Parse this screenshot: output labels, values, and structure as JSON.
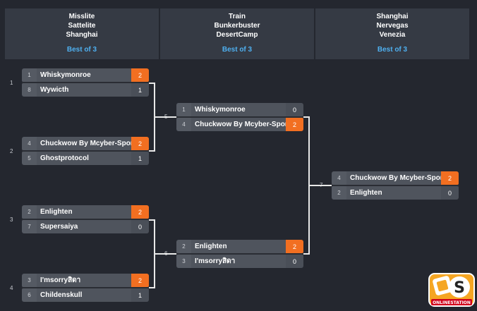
{
  "rounds": [
    {
      "maps": [
        "Misslite",
        "Sattelite",
        "Shanghai"
      ],
      "format": "Best of 3"
    },
    {
      "maps": [
        "Train",
        "Bunkerbuster",
        "DesertCamp"
      ],
      "format": "Best of 3"
    },
    {
      "maps": [
        "Shanghai",
        "Nervegas",
        "Venezia"
      ],
      "format": "Best of 3"
    }
  ],
  "labels": {
    "m1": "1",
    "m2": "2",
    "m3": "3",
    "m4": "4",
    "m5": "5",
    "m6": "6",
    "m7": "7"
  },
  "matches": {
    "m1": {
      "a": {
        "seed": "1",
        "name": "Whiskymonroe",
        "score": "2"
      },
      "b": {
        "seed": "8",
        "name": "Wywicth",
        "score": "1"
      }
    },
    "m2": {
      "a": {
        "seed": "4",
        "name": "Chuckwow By Mcyber-Sport",
        "score": "2"
      },
      "b": {
        "seed": "5",
        "name": "Ghostprotocol",
        "score": "1"
      }
    },
    "m3": {
      "a": {
        "seed": "2",
        "name": "Enlighten",
        "score": "2"
      },
      "b": {
        "seed": "7",
        "name": "Supersaiya",
        "score": "0"
      }
    },
    "m4": {
      "a": {
        "seed": "3",
        "name": "I'msorryสิดา",
        "score": "2"
      },
      "b": {
        "seed": "6",
        "name": "Childenskull",
        "score": "1"
      }
    },
    "m5": {
      "a": {
        "seed": "1",
        "name": "Whiskymonroe",
        "score": "0"
      },
      "b": {
        "seed": "4",
        "name": "Chuckwow By Mcyber-Sport",
        "score": "2"
      }
    },
    "m6": {
      "a": {
        "seed": "2",
        "name": "Enlighten",
        "score": "2"
      },
      "b": {
        "seed": "3",
        "name": "I'msorryสิดา",
        "score": "0"
      }
    },
    "m7": {
      "a": {
        "seed": "4",
        "name": "Chuckwow By Mcyber-Sport",
        "score": "2"
      },
      "b": {
        "seed": "2",
        "name": "Enlighten",
        "score": "0"
      }
    }
  },
  "logo": {
    "letter": "S",
    "text": "ONLINESTATION"
  },
  "colors": {
    "win": "#f26f21",
    "accent": "#4fb0f0",
    "background": "#24272f"
  }
}
